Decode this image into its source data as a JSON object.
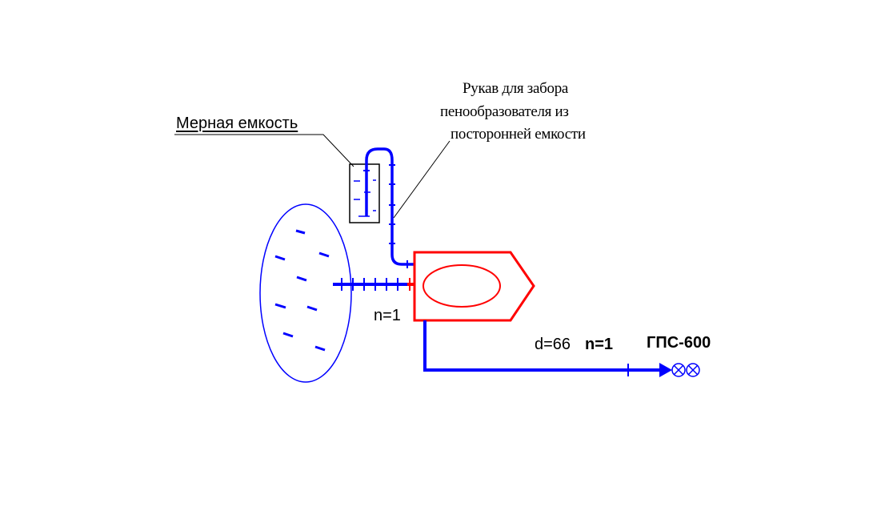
{
  "labels": {
    "measuring_tank": "Мерная емкость",
    "hose_line1": "Рукав для забора",
    "hose_line2": "пенообразователя из",
    "hose_line3": "посторонней емкости",
    "suction_n": "n=1",
    "line_d": "d=66",
    "line_n": "n=1",
    "generator": "ГПС-600"
  },
  "colors": {
    "water_line": "#0000ff",
    "pump": "#ff0000",
    "reservoir_outline": "#0000ff",
    "text": "#000000"
  },
  "icons": {
    "generator_nozzles": "circle-x-pair"
  }
}
